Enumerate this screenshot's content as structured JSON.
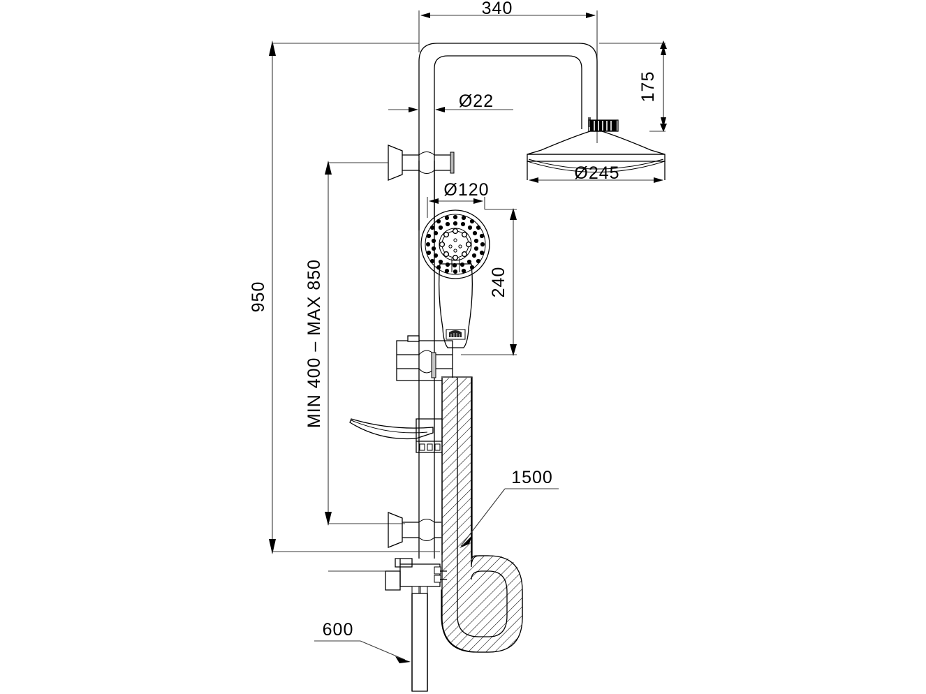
{
  "drawing": {
    "title": "Shower column technical dimension drawing",
    "units": "mm",
    "line_color": "#000000",
    "dimension_color": "#3a3a3a",
    "background": "#ffffff"
  },
  "dimensions": {
    "arm_reach": {
      "label": "340",
      "orientation": "horizontal",
      "position": "top"
    },
    "riser_pipe_diameter": {
      "label": "Ø22",
      "orientation": "horizontal",
      "position": "upper-left-of-riser"
    },
    "rain_head_height": {
      "label": "175",
      "orientation": "vertical",
      "position": "right"
    },
    "rain_head_diameter": {
      "label": "Ø245",
      "orientation": "horizontal",
      "position": "below-rain-head"
    },
    "hand_shower_diameter": {
      "label": "Ø120",
      "orientation": "horizontal",
      "position": "above-hand-shower"
    },
    "hand_shower_length": {
      "label": "240",
      "orientation": "vertical",
      "position": "right-of-hand-shower"
    },
    "total_height": {
      "label": "950",
      "orientation": "vertical",
      "position": "far-left"
    },
    "slider_range": {
      "label": "MIN 400 – MAX 850",
      "orientation": "vertical",
      "position": "left"
    },
    "shower_hose_length": {
      "label": "1500",
      "orientation": "leader",
      "position": "right-of-hose"
    },
    "inlet_hose_length": {
      "label": "600",
      "orientation": "leader",
      "position": "bottom-left"
    }
  },
  "components": {
    "rain_shower_head": "rain-shower-head",
    "shower_arm": "shower-arm",
    "riser_pipe": "riser-pipe",
    "upper_wall_bracket": "upper-wall-bracket",
    "lower_wall_bracket": "lower-wall-bracket",
    "hand_shower": "hand-shower",
    "slider_holder": "slider-holder",
    "soap_dish": "soap-dish",
    "diverter_valve": "diverter-valve",
    "shower_hose": "shower-hose",
    "inlet_hose": "inlet-hose",
    "brand_badge": "brand-badge"
  }
}
